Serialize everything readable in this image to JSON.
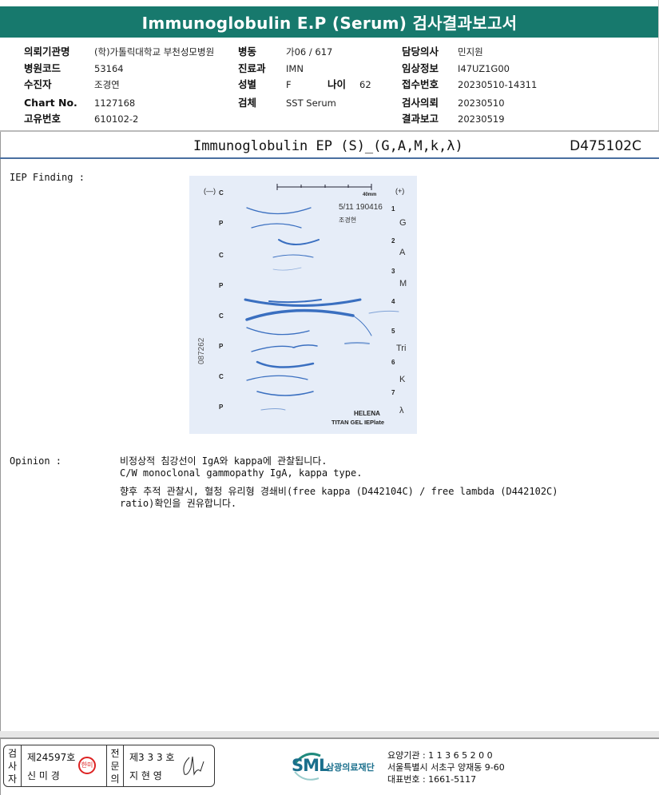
{
  "title": "Immunoglobulin E.P (Serum) 검사결과보고서",
  "info": {
    "col1": [
      {
        "label": "의뢰기관명",
        "value": "(학)가톨릭대학교 부천성모병원"
      },
      {
        "label": "병원코드",
        "value": "53164"
      },
      {
        "label": "수진자",
        "value": "조경연"
      },
      {
        "label": "Chart No.",
        "value": "1127168"
      },
      {
        "label": "고유번호",
        "value": "610102-2"
      }
    ],
    "col2": [
      {
        "label": "병동",
        "value": "가06 / 617"
      },
      {
        "label": "진료과",
        "value": "IMN"
      },
      {
        "label": "성별",
        "value": "F"
      },
      {
        "label": "검체",
        "value": "SST Serum"
      }
    ],
    "age_label": "나이",
    "age_value": "62",
    "col3": [
      {
        "label": "담당의사",
        "value": "민지원"
      },
      {
        "label": "임상정보",
        "value": "I47UZ1G00"
      },
      {
        "label": "접수번호",
        "value": "20230510-14311"
      },
      {
        "label": "검사의뢰",
        "value": "20230510"
      },
      {
        "label": "결과보고",
        "value": "20230519"
      }
    ]
  },
  "test": {
    "name": "Immunoglobulin EP (S)_(G,A,M,k,λ)",
    "code": "D475102C"
  },
  "finding_label": "IEP Finding :",
  "gel": {
    "neg": "(—)",
    "pos": "(+)",
    "scale": "40mm",
    "date": "5/11 190416",
    "name": "조경현",
    "side_id": "087262",
    "left_labels": [
      "C",
      "P",
      "C",
      "P",
      "C",
      "P",
      "C",
      "P"
    ],
    "numbers": [
      "1",
      "2",
      "3",
      "4",
      "5",
      "6",
      "7"
    ],
    "right_labels": [
      "G",
      "A",
      "M",
      "Tri",
      "K",
      "λ"
    ],
    "brand1": "HELENA",
    "brand2": "TITAN GEL IEPlate"
  },
  "opinion_label": "Opinion :",
  "opinion": [
    "비정상적 침강선이 IgA와 kappa에 관찰됩니다.",
    "C/W monoclonal gammopathy IgA, kappa type.",
    "향후 추적 관찰시, 혈청 유리형 경쇄비(free kappa (D442104C) / free lambda (D442102C)",
    "ratio)확인을 권유합니다."
  ],
  "footer": {
    "examiner_label": [
      "검",
      "사",
      "자"
    ],
    "examiner_no": "제24597호",
    "examiner_name": "신 미 경",
    "stamp": "한미",
    "specialist_label": [
      "전",
      "문",
      "의"
    ],
    "specialist_no": "제3 3 3 호",
    "specialist_name": "지 현 영",
    "logo": "SML",
    "org": "삼광의료재단",
    "lines": [
      "요양기관 : 1 1 3 6 5 2 0 0",
      "서울특별시 서초구 양재동 9-60",
      "대표번호 : 1661-5117"
    ]
  }
}
